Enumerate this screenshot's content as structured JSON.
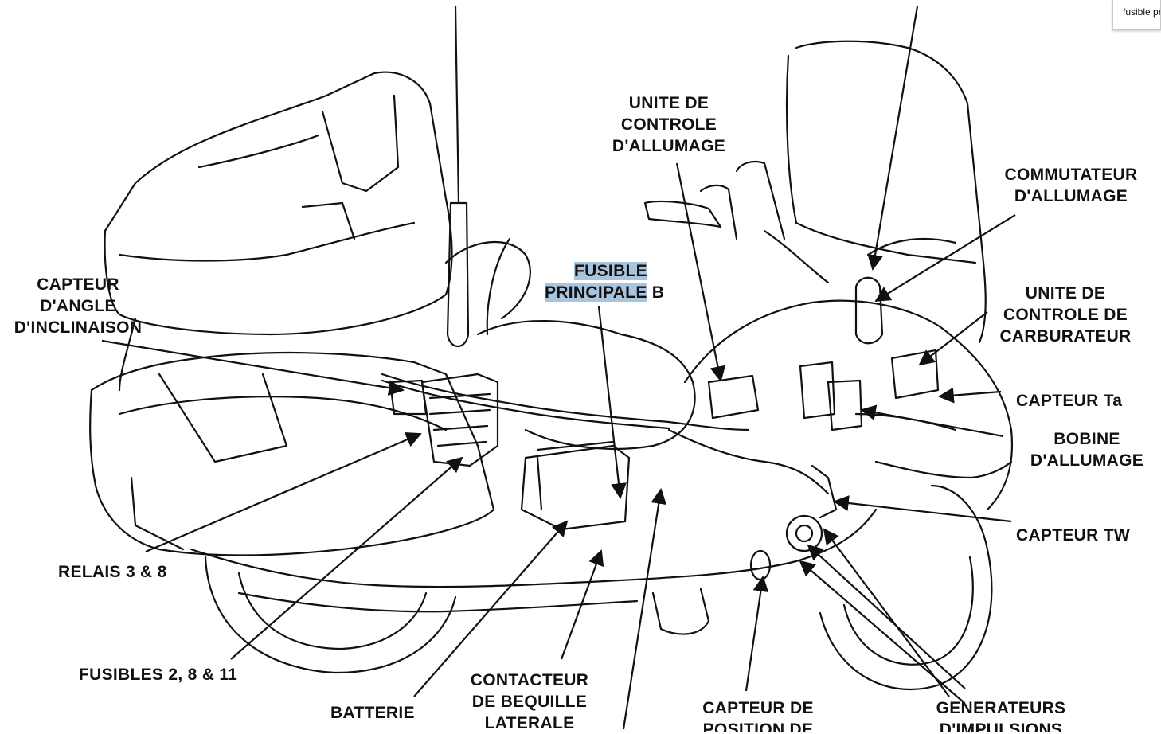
{
  "search_tooltip": {
    "text": "fusible pr"
  },
  "labels": {
    "unite_controle_allumage": [
      "UNITE DE",
      "CONTROLE",
      "D'ALLUMAGE"
    ],
    "commutateur_allumage": [
      "COMMUTATEUR",
      "D'ALLUMAGE"
    ],
    "fusible_principale": {
      "line1": "FUSIBLE",
      "line2": "PRINCIPALE",
      "suffix": " B"
    },
    "capteur_angle": [
      "CAPTEUR",
      "D'ANGLE",
      "D'INCLINAISON"
    ],
    "unite_controle_carburateur": [
      "UNITE DE",
      "CONTROLE DE",
      "CARBURATEUR"
    ],
    "capteur_ta": "CAPTEUR Ta",
    "bobine_allumage": [
      "BOBINE",
      "D'ALLUMAGE"
    ],
    "capteur_tw": "CAPTEUR TW",
    "relais": "RELAIS 3 & 8",
    "fusibles": "FUSIBLES 2, 8 & 11",
    "batterie": "BATTERIE",
    "contacteur_bequille": [
      "CONTACTEUR",
      "DE BEQUILLE",
      "LATERALE"
    ],
    "capteur_position": [
      "CAPTEUR DE",
      "POSITION DE"
    ],
    "generateurs_impulsions": [
      "GENERATEURS",
      "D'IMPULSIONS"
    ]
  },
  "colors": {
    "highlight": "#a9c4dd",
    "ink": "#111111"
  }
}
